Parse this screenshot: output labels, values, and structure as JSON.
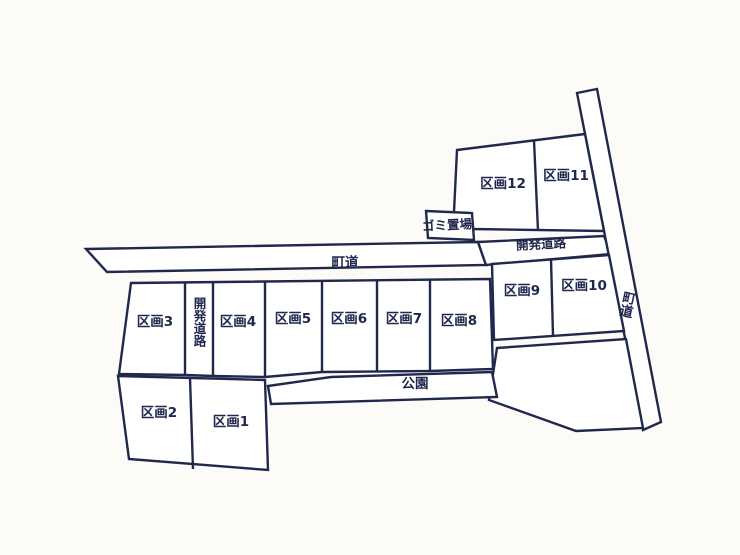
{
  "map": {
    "background_color": "#fcfbf8",
    "line_color": "#20294d",
    "text_color": "#20294d",
    "lots": {
      "lot1": "区画1",
      "lot2": "区画2",
      "lot3": "区画3",
      "lot4": "区画4",
      "lot5": "区画5",
      "lot6": "区画6",
      "lot7": "区画7",
      "lot8": "区画8",
      "lot9": "区画9",
      "lot10": "区画10",
      "lot11": "区画11",
      "lot12": "区画12"
    },
    "roads": {
      "town_road_main": "町道",
      "town_road_right": "町道",
      "dev_road_between_lots": "開発道路",
      "dev_road_upper_right": "開発道路"
    },
    "areas": {
      "park": "公園",
      "garbage_station": "ゴミ置場"
    }
  }
}
